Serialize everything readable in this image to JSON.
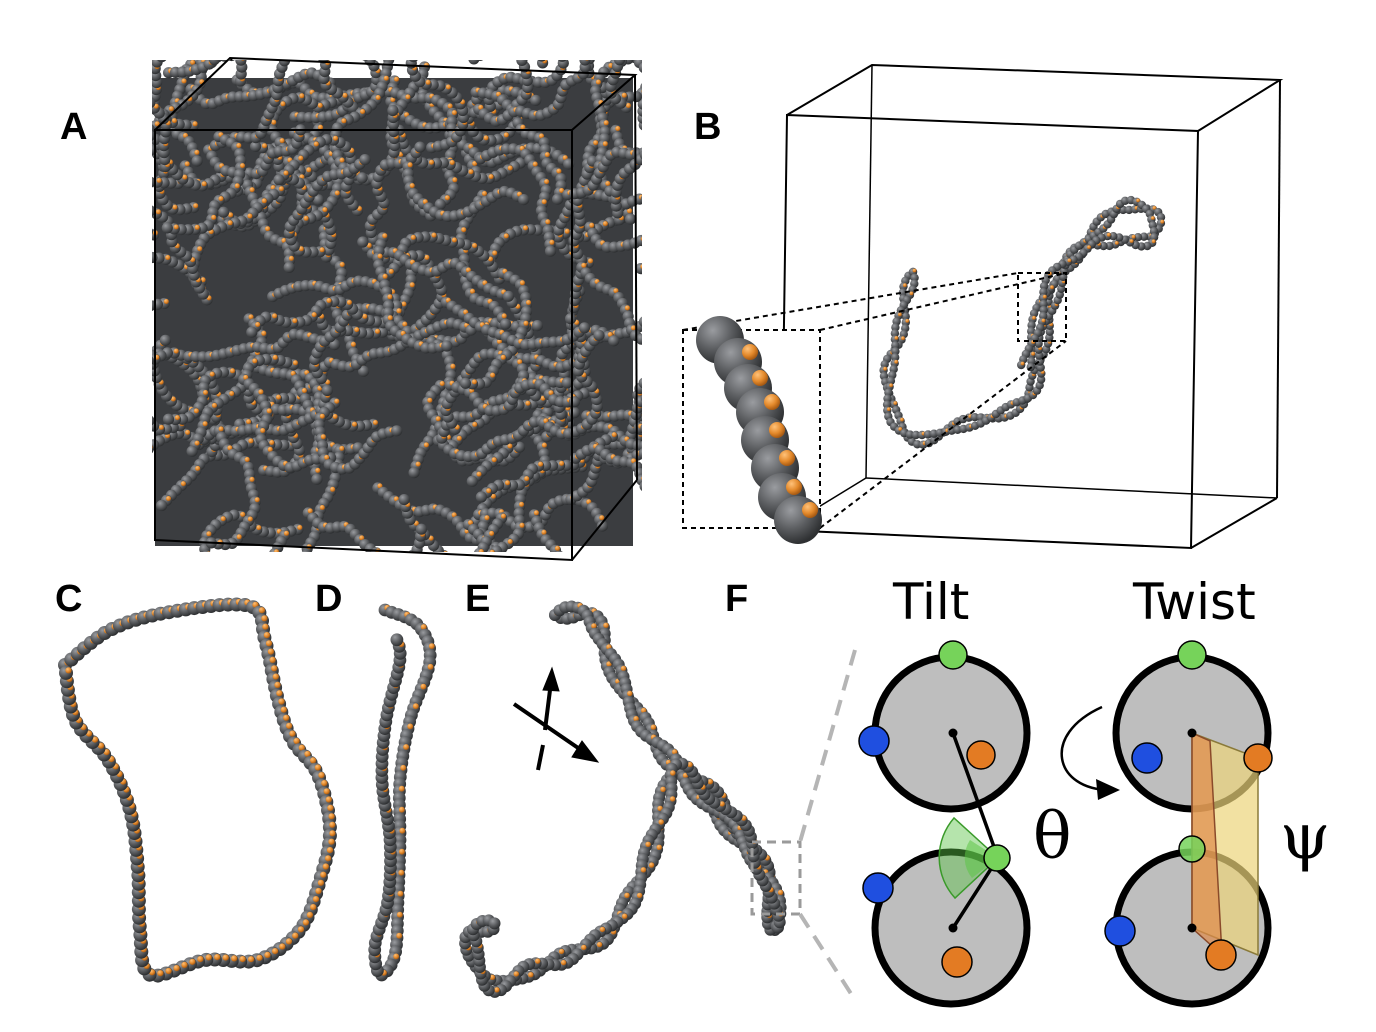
{
  "panels": {
    "a": "A",
    "b": "B",
    "c": "C",
    "d": "D",
    "e": "E",
    "f": "F"
  },
  "panel_f": {
    "tilt_title": "Tilt",
    "twist_title": "Twist",
    "tilt_symbol": "θ",
    "twist_symbol": "ψ"
  },
  "colors": {
    "bead_body": "#5c5e61",
    "bead_patch": "#e3892b",
    "patch_green": "#76d35a",
    "patch_blue": "#1f4fe0",
    "patch_orange": "#e37b23",
    "disc_fill": "#bebebe",
    "tilt_wedge": "#5cc447",
    "twist_plane_yellow": "#ecd47a",
    "twist_plane_orange": "#de8a4a"
  }
}
